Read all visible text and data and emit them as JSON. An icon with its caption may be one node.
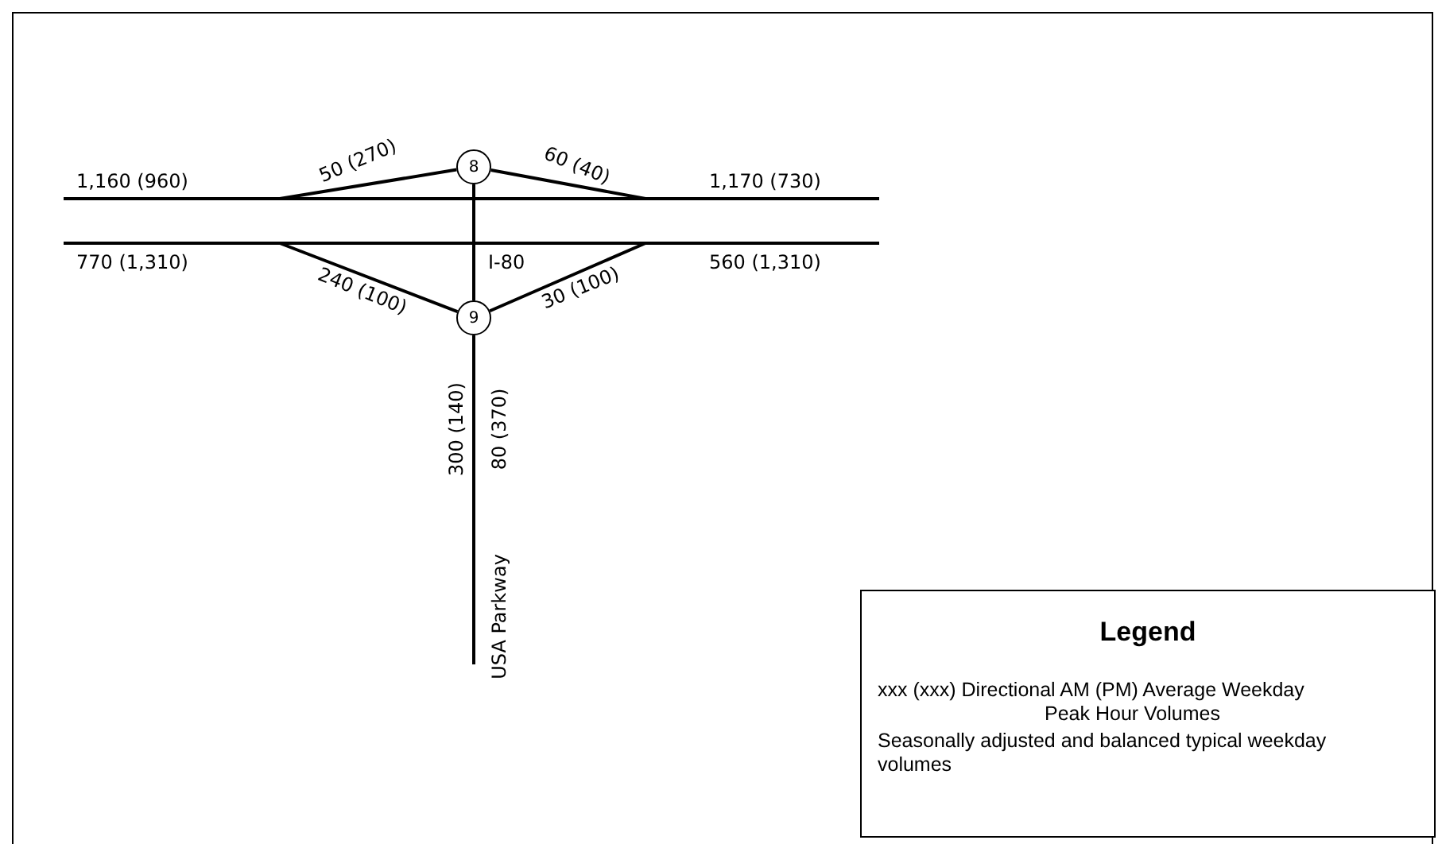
{
  "diagram": {
    "nodes": [
      {
        "text": [
          "8"
        ]
      },
      {
        "text": [
          "9"
        ]
      },
      {
        "text": [
          "Legend",
          "xxx (xxx) Directional AM (PM) Average Weekday Peak Hour Volumes",
          "Seasonally adjusted and balanced typical weekday volumes"
        ]
      }
    ],
    "edges": [
      {
        "from": 0,
        "to": 1,
        "arrow": "none"
      },
      {
        "from": 0,
        "to": null,
        "arrow": "none",
        "label": "50 (270)"
      },
      {
        "from": 0,
        "to": null,
        "arrow": "none",
        "label": "60 (40)"
      },
      {
        "from": 1,
        "to": null,
        "arrow": "none",
        "label": "240 (100)"
      },
      {
        "from": 1,
        "to": null,
        "arrow": "none",
        "label": "30 (100)"
      },
      {
        "from": 1,
        "to": null,
        "arrow": "none"
      }
    ],
    "labels": [
      "1,160 (960)",
      "1,170 (730)",
      "770 (1,310)",
      "I-80",
      "560 (1,310)",
      "300 (140)",
      "80 (370)",
      "USA Parkway"
    ]
  }
}
